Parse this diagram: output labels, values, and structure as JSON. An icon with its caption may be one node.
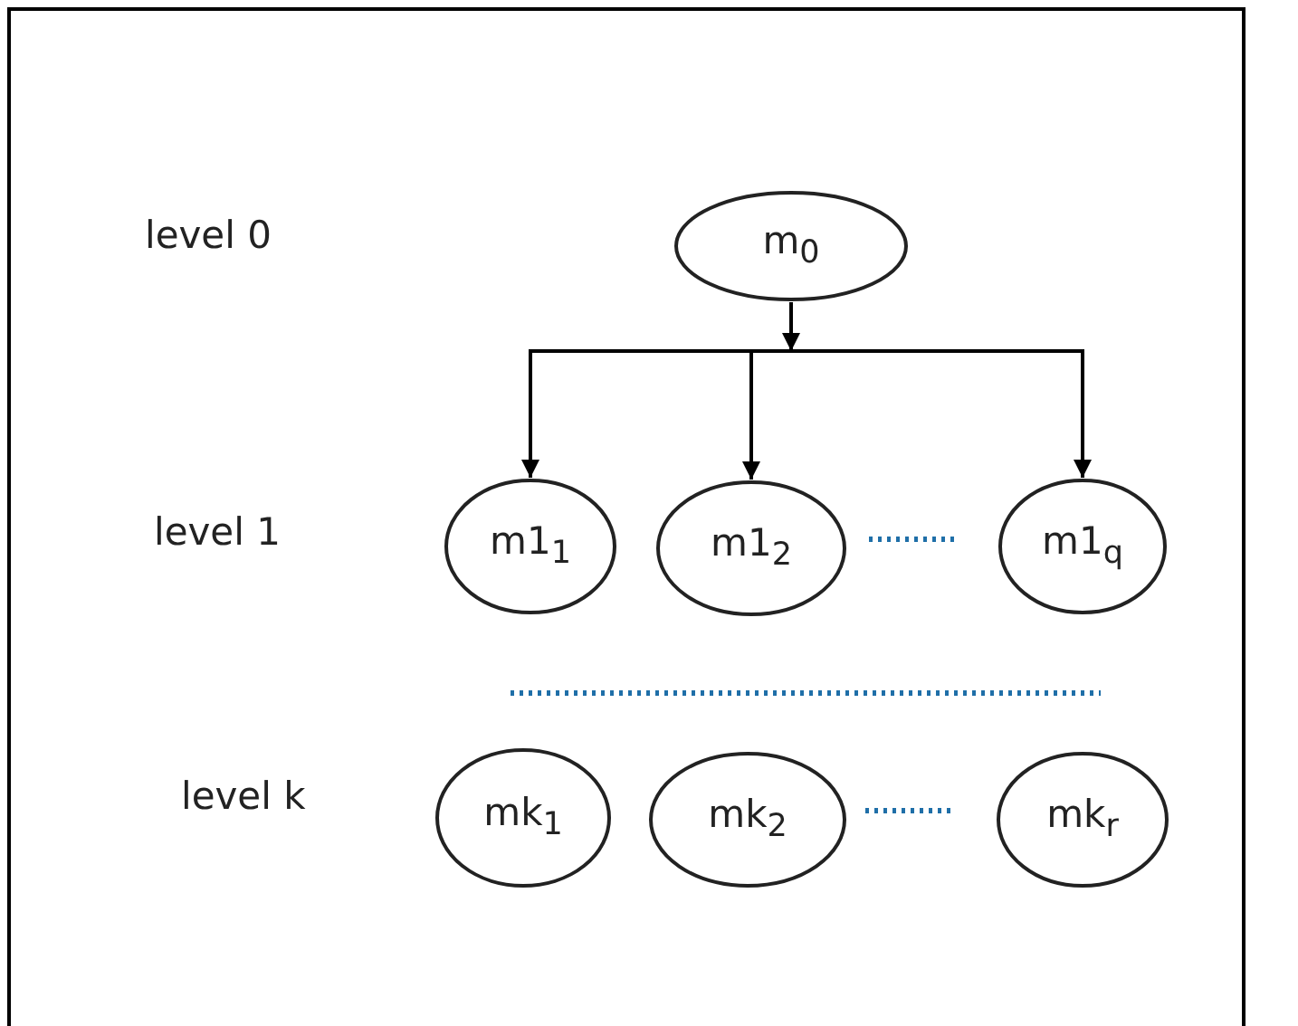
{
  "diagram": {
    "nodes": [
      {
        "text": [
          "m$_{0}$"
        ]
      },
      {
        "text": [
          "m1$_{1}$"
        ]
      },
      {
        "text": [
          "m1$_{2}$"
        ]
      },
      {
        "text": [
          "m1$_{q}$"
        ]
      },
      {
        "text": [
          "mk$_{1}$"
        ]
      },
      {
        "text": [
          "mk$_{2}$"
        ]
      },
      {
        "text": [
          "mk$_{r}$"
        ]
      }
    ],
    "edges": [
      {
        "from": 0,
        "to": 1,
        "arrow": "to"
      },
      {
        "from": 0,
        "to": 2,
        "arrow": "to"
      },
      {
        "from": 0,
        "to": 3,
        "arrow": "to"
      }
    ],
    "labels": [
      "level 0",
      "level 1",
      "level k"
    ]
  }
}
